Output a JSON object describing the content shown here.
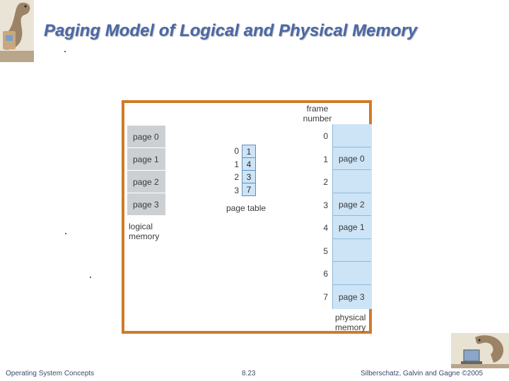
{
  "slide": {
    "title": "Paging Model of Logical and Physical Memory"
  },
  "diagram": {
    "frame_number_label": [
      "frame",
      "number"
    ],
    "logical_memory": {
      "pages": [
        "page 0",
        "page 1",
        "page 2",
        "page 3"
      ],
      "label": [
        "logical",
        "memory"
      ]
    },
    "page_table": {
      "indices": [
        "0",
        "1",
        "2",
        "3"
      ],
      "frames": [
        "1",
        "4",
        "3",
        "7"
      ],
      "label": "page table"
    },
    "physical_memory": {
      "frame_numbers": [
        "0",
        "1",
        "2",
        "3",
        "4",
        "5",
        "6",
        "7"
      ],
      "contents": [
        "",
        "page 0",
        "",
        "page 2",
        "page 1",
        "",
        "",
        "page 3"
      ],
      "label": [
        "physical",
        "memory"
      ]
    },
    "colors": {
      "border": "#cf7a2a",
      "logical_cell": "#cdd0d2",
      "physical_cell": "#cde4f6",
      "title": "#4a68a8"
    }
  },
  "footer": {
    "left": "Operating System Concepts",
    "center": "8.23",
    "right": "Silberschatz, Galvin and Gagne ©2005"
  }
}
